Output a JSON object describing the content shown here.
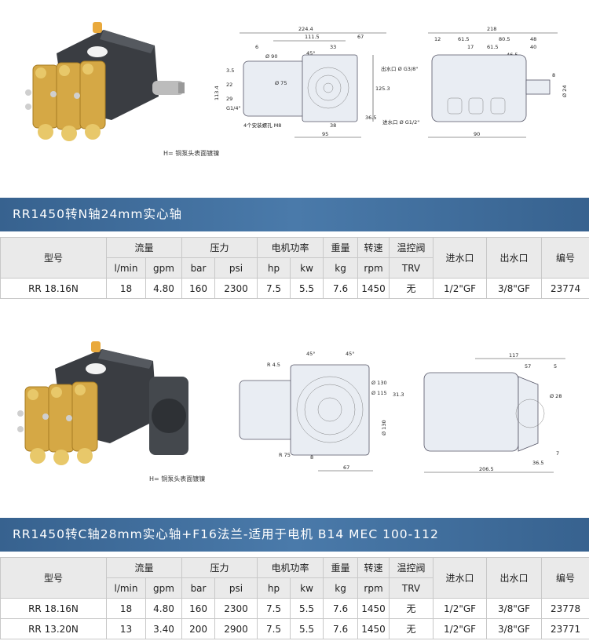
{
  "section1": {
    "caption": "H= 铜泵头表面镀镍",
    "front_dims": [
      "224.4",
      "111.5",
      "67",
      "6",
      "33",
      "Ø 90",
      "45°",
      "Ø 75",
      "113.4",
      "22",
      "29",
      "3.5",
      "G1/4\"",
      "125.3",
      "36.5",
      "38",
      "95",
      "4个安装螺孔 M8"
    ],
    "side_dims": [
      "218",
      "12",
      "61.5",
      "80.5",
      "48",
      "17",
      "61.5",
      "40",
      "46.5",
      "8",
      "Ø 24",
      "出水口 Ø G3/8\"",
      "进水口 Ø G1/2\"",
      "90"
    ],
    "banner": "RR1450转N轴24mm实心轴",
    "table": {
      "headers_top": [
        "型号",
        "流量",
        "压力",
        "电机功率",
        "重量",
        "转速",
        "温控阀",
        "进水口",
        "出水口",
        "编号"
      ],
      "headers_sub": [
        "l/min",
        "gpm",
        "bar",
        "psi",
        "hp",
        "kw",
        "kg",
        "rpm",
        "TRV"
      ],
      "rows": [
        [
          "RR 18.16N",
          "18",
          "4.80",
          "160",
          "2300",
          "7.5",
          "5.5",
          "7.6",
          "1450",
          "无",
          "1/2\"GF",
          "3/8\"GF",
          "23774"
        ]
      ]
    }
  },
  "section2": {
    "caption": "H= 铜泵头表面镀镍",
    "front_dims": [
      "R 4.5",
      "45°",
      "45°",
      "Ø 130",
      "Ø 115",
      "Ø 130",
      "R 75",
      "8",
      "67",
      "31.3"
    ],
    "side_dims": [
      "117",
      "57",
      "5",
      "Ø 28",
      "7",
      "36.5",
      "206.5"
    ],
    "banner": "RR1450转C轴28mm实心轴+F16法兰-适用于电机 B14 MEC 100-112",
    "table": {
      "headers_top": [
        "型号",
        "流量",
        "压力",
        "电机功率",
        "重量",
        "转速",
        "温控阀",
        "进水口",
        "出水口",
        "编号"
      ],
      "headers_sub": [
        "l/min",
        "gpm",
        "bar",
        "psi",
        "hp",
        "kw",
        "kg",
        "rpm",
        "TRV"
      ],
      "rows": [
        [
          "RR 18.16N",
          "18",
          "4.80",
          "160",
          "2300",
          "7.5",
          "5.5",
          "7.6",
          "1450",
          "无",
          "1/2\"GF",
          "3/8\"GF",
          "23778"
        ],
        [
          "RR 13.20N",
          "13",
          "3.40",
          "200",
          "2900",
          "7.5",
          "5.5",
          "7.6",
          "1450",
          "无",
          "1/2\"GF",
          "3/8\"GF",
          "23771"
        ]
      ]
    }
  }
}
